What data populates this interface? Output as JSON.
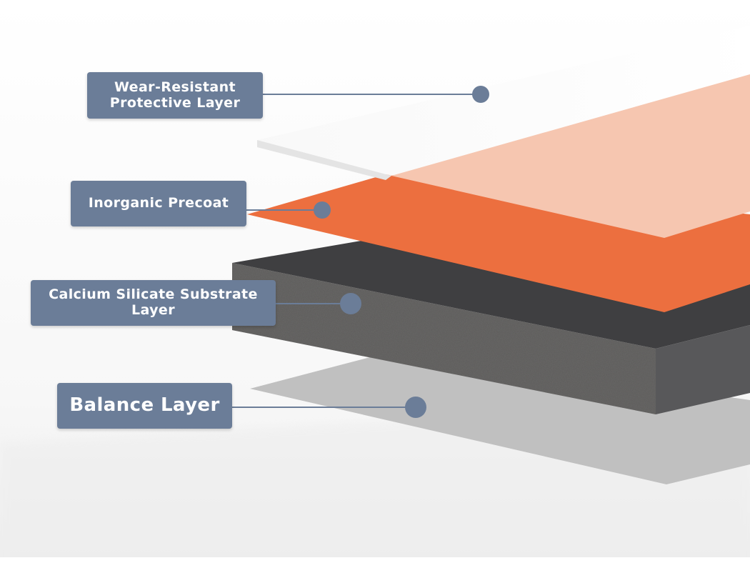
{
  "labels": {
    "wear_resistant": {
      "line1": "Wear-Resistant",
      "line2": "Protective Layer"
    },
    "inorganic_precoat": {
      "line1": "Inorganic Precoat"
    },
    "calcium_silicate": {
      "line1": "Calcium Silicate Substrate",
      "line2": "Layer"
    },
    "balance": {
      "line1": "Balance Layer"
    }
  },
  "colors": {
    "label_bg": "#6b7d98",
    "connector": "#6b7d98",
    "protective_layer": "#f6c6b0",
    "precoat_layer": "#ec6f3f",
    "substrate_top": "#3f3f41",
    "substrate_edge": "#58585a",
    "balance_layer": "#c0c0c0"
  }
}
